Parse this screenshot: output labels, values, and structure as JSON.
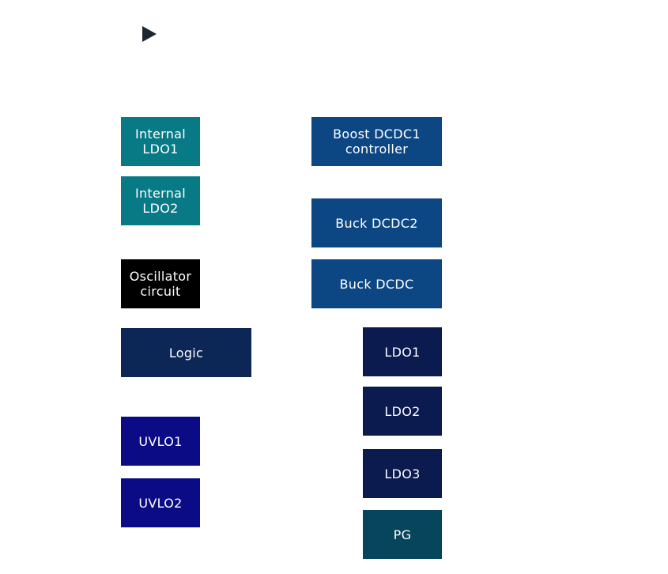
{
  "icons": {
    "play": "play-icon"
  },
  "blocks": {
    "internal_ldo1": "Internal\nLDO1",
    "internal_ldo2": "Internal\nLDO2",
    "oscillator": "Oscillator\ncircuit",
    "logic": "Logic",
    "uvlo1": "UVLO1",
    "uvlo2": "UVLO2",
    "boost_dcdc1": "Boost DCDC1\ncontroller",
    "buck_dcdc2": "Buck DCDC2",
    "buck_dcdc": "Buck DCDC",
    "ldo1": "LDO1",
    "ldo2": "LDO2",
    "ldo3": "LDO3",
    "pg": "PG"
  },
  "colors": {
    "teal": "#087a86",
    "black": "#000000",
    "dark_navy": "#0c2655",
    "indigo": "#0b0b86",
    "blue": "#0c4783",
    "navy": "#0b1a4f",
    "slate": "#07455d",
    "play_icon": "#1c2633"
  }
}
